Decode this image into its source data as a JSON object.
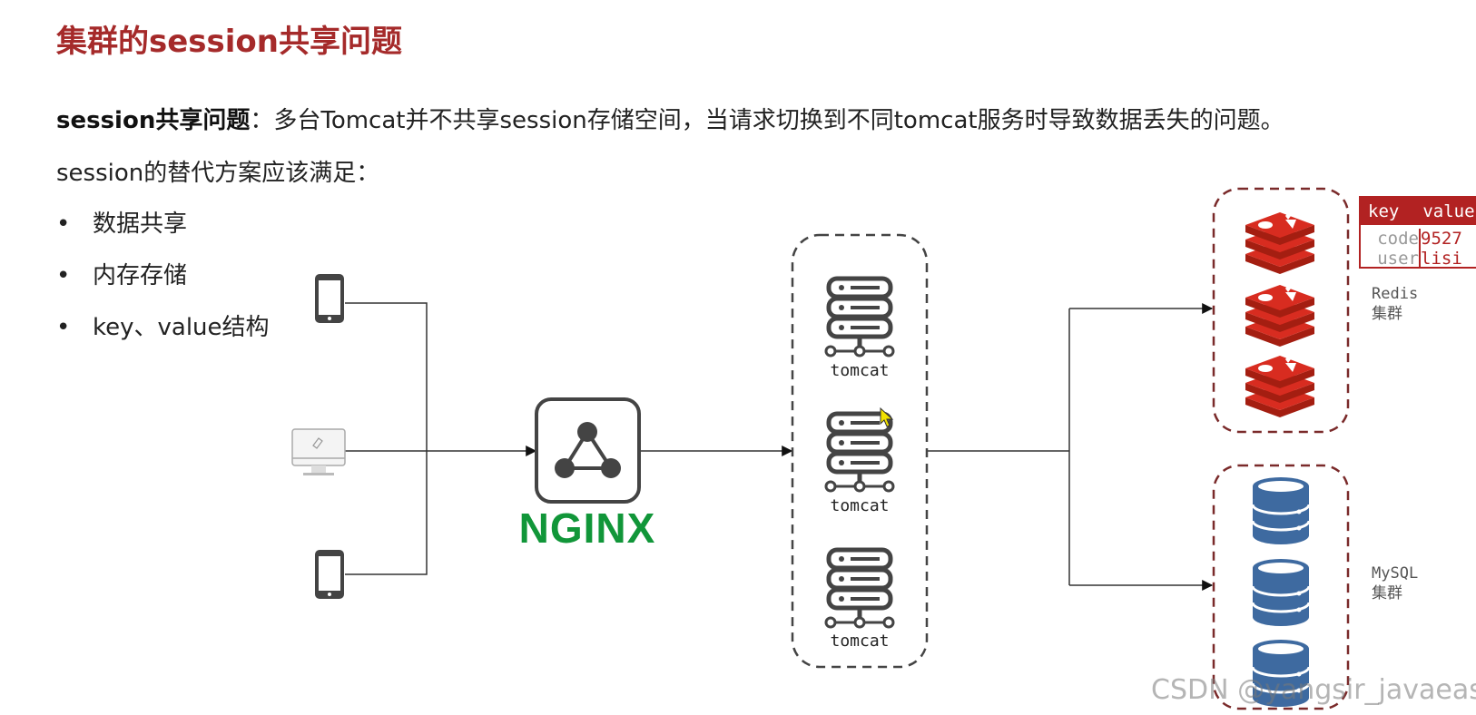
{
  "page": {
    "title": "集群的session共享问题",
    "problem_label": "session共享问题",
    "problem_text": "：多台Tomcat并不共享session存储空间，当请求切换到不同tomcat服务时导致数据丢失的问题。",
    "requirements_intro": "session的替代方案应该满足：",
    "requirements": [
      "数据共享",
      "内存存储",
      "key、value结构"
    ]
  },
  "diagram": {
    "nginx_label": "NGINX",
    "tomcat_labels": [
      "tomcat",
      "tomcat",
      "tomcat"
    ],
    "redis_label_line1": "Redis",
    "redis_label_line2": "集群",
    "mysql_label_line1": "MySQL",
    "mysql_label_line2": "集群",
    "kv_table": {
      "header_key": "key",
      "header_value": "value",
      "rows": [
        {
          "key": "code",
          "value": "9527"
        },
        {
          "key": "user",
          "value": "lisi"
        }
      ]
    }
  },
  "watermark": "CSDN @yangsir_javaeasy",
  "colors": {
    "title": "#a52a2a",
    "redis": "#d82c20",
    "mysql": "#3e6aa0",
    "nginx": "#119639",
    "cluster_border": "#7a2a2a"
  }
}
